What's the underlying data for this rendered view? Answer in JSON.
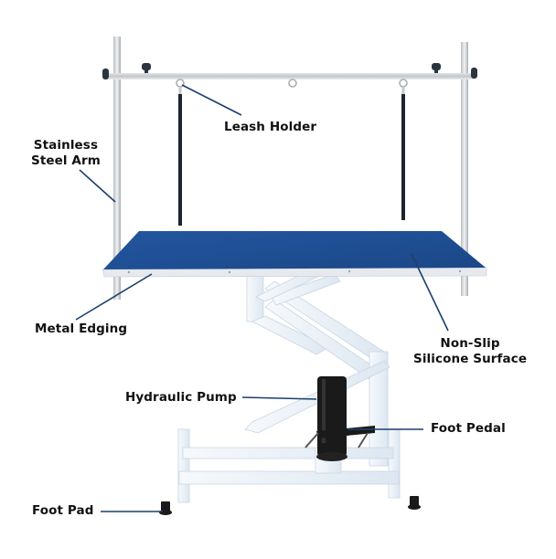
{
  "diagram": {
    "subject": "Hydraulic pet grooming table",
    "colors": {
      "surface": "#1f4e94",
      "surface_dark": "#173f7c",
      "callout_line": "#1c3f6e",
      "frame": "#eef3f8",
      "steel": "#c9ccd0",
      "pump": "#1a1a1a",
      "label_text": "#111111"
    },
    "labels": {
      "stainless_steel_arm": [
        "Stainless",
        "Steel Arm"
      ],
      "leash_holder": "Leash Holder",
      "metal_edging": "Metal Edging",
      "non_slip_surface": [
        "Non-Slip",
        "Silicone Surface"
      ],
      "hydraulic_pump": "Hydraulic Pump",
      "foot_pedal": "Foot Pedal",
      "foot_pad": "Foot Pad"
    }
  }
}
